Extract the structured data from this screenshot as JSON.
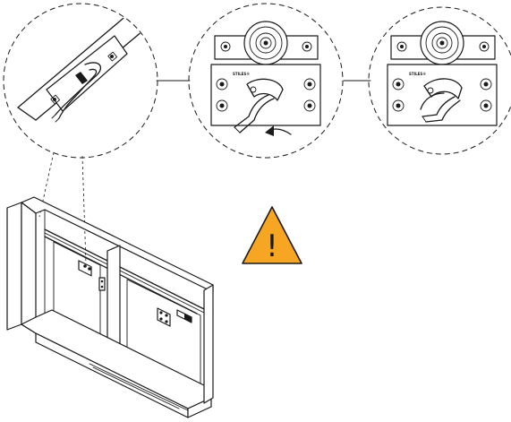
{
  "diagram": {
    "detail_views": [
      {
        "id": "detail-hook-closeup"
      },
      {
        "id": "detail-latch-open",
        "brand_text": "STILES®",
        "action": "rotate-arrow"
      },
      {
        "id": "detail-latch-engaged",
        "brand_text": "STILES®"
      }
    ],
    "warning": {
      "symbol": "!",
      "fill_color": "#F6A623"
    },
    "cabinet": {
      "description_icon": "wall-cabinet-sliding-door"
    }
  }
}
